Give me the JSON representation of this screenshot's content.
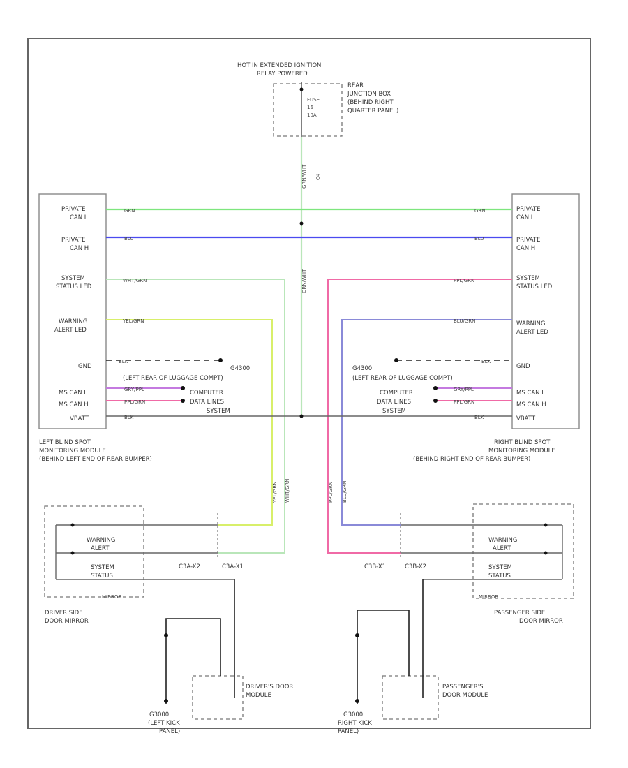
{
  "power": {
    "source": "HOT IN EXTENDED IGNITION",
    "source2": "RELAY POWERED",
    "fuse": [
      "FUSE",
      "16",
      "10A"
    ],
    "fuse_box": [
      "REAR",
      "JUNCTION BOX",
      "(BEHIND RIGHT",
      "QUARTER PANEL)"
    ],
    "wire": "GRN/WHT",
    "conn": "C4"
  },
  "left_module": {
    "name": [
      "LEFT BLIND SPOT",
      "MONITORING MODULE",
      "(BEHIND LEFT END OF REAR BUMPER)"
    ],
    "pins": [
      "PRIVATE",
      "CAN L",
      "PRIVATE",
      "CAN H",
      "SYSTEM",
      "STATUS LED",
      "WARNING",
      "ALERT LED",
      "GND",
      "MS CAN L",
      "MS CAN H",
      "VBATT"
    ],
    "wires": [
      "GRN",
      "BLU",
      "WHT/GRN",
      "YEL/GRN",
      "BLK",
      "GRY/PPL",
      "PPL/GRN",
      "BLK"
    ],
    "ground": [
      "G4300",
      "(LEFT REAR OF LUGGAGE COMPT)"
    ]
  },
  "right_module": {
    "name": [
      "RIGHT BLIND SPOT",
      "MONITORING MODULE",
      "(BEHIND RIGHT END OF REAR BUMPER)"
    ],
    "pins": [
      "PRIVATE",
      "CAN L",
      "PRIVATE",
      "CAN H",
      "SYSTEM",
      "STATUS LED",
      "WARNING",
      "ALERT LED",
      "GND",
      "MS CAN L",
      "MS CAN H",
      "VBATT"
    ],
    "wires": [
      "GRN",
      "BLU",
      "PPL/GRN",
      "BLU/GRN",
      "BLK",
      "GRY/PPL",
      "PPL/GRN",
      "BLK"
    ],
    "ground": [
      "G4300",
      "(LEFT REAR OF LUGGAGE COMPT)"
    ]
  },
  "data_lines": [
    "COMPUTER",
    "DATA LINES",
    "SYSTEM"
  ],
  "left_mirror": {
    "name": [
      "DRIVER SIDE",
      "DOOR MIRROR"
    ],
    "parts": [
      "WARNING",
      "ALERT",
      "SYSTEM",
      "STATUS"
    ],
    "connectors": [
      "C3A-X2",
      "C3A-X1"
    ],
    "tag": "MIRROR",
    "wires": [
      "YEL/GRN",
      "WHT/GRN"
    ]
  },
  "right_mirror": {
    "name": [
      "PASSENGER SIDE",
      "DOOR MIRROR"
    ],
    "parts": [
      "WARNING",
      "ALERT",
      "SYSTEM",
      "STATUS"
    ],
    "connectors": [
      "C3B-X1",
      "C3B-X2"
    ],
    "tag": "MIRROR",
    "wires": [
      "PPL/GRN",
      "BLU/GRN"
    ]
  },
  "left_door": {
    "name": [
      "DRIVER'S DOOR",
      "MODULE"
    ],
    "ground": [
      "G3000",
      "(LEFT KICK",
      "PANEL)"
    ]
  },
  "right_door": {
    "name": [
      "PASSENGER'S",
      "DOOR MODULE"
    ],
    "ground": [
      "G3000",
      "RIGHT KICK",
      "PANEL)"
    ]
  },
  "colors": {
    "grn": "#7ee67e",
    "blu": "#4a4af0",
    "whtgrn": "#b9e6b9",
    "yelgrn": "#d8ef6a",
    "pplgrn": "#f06aa6",
    "blugrn": "#8a8ad8",
    "blk": "#222222"
  }
}
